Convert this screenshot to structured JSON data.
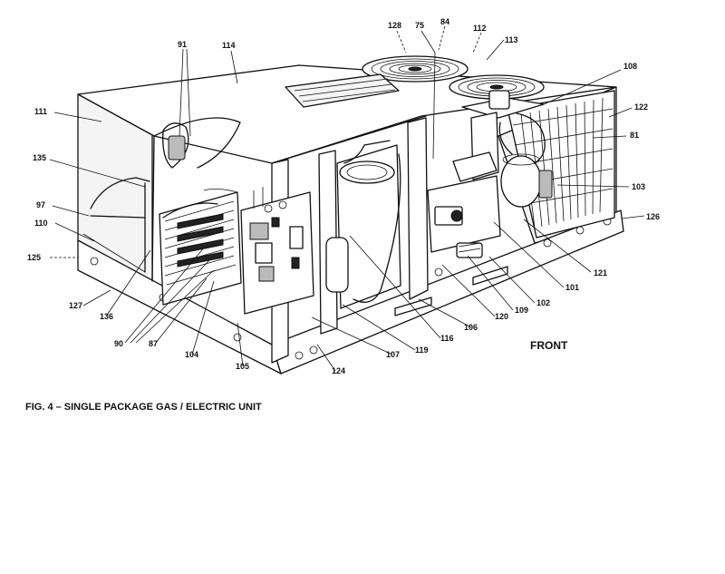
{
  "caption": "FIG. 4 – SINGLE PACKAGE GAS / ELECTRIC UNIT",
  "front_label": "FRONT",
  "callouts": {
    "c128": "128",
    "c75": "75",
    "c84": "84",
    "c112": "112",
    "c113": "113",
    "c91": "91",
    "c114": "114",
    "c108": "108",
    "c111": "111",
    "c122": "122",
    "c81": "81",
    "c135": "135",
    "c103": "103",
    "c97": "97",
    "c126": "126",
    "c110": "110",
    "c125": "125",
    "c121": "121",
    "c101": "101",
    "c127": "127",
    "c102": "102",
    "c109": "109",
    "c120": "120",
    "c136": "136",
    "c106": "106",
    "c90": "90",
    "c87": "87",
    "c116": "116",
    "c104": "104",
    "c119": "119",
    "c107": "107",
    "c105": "105",
    "c124": "124"
  }
}
